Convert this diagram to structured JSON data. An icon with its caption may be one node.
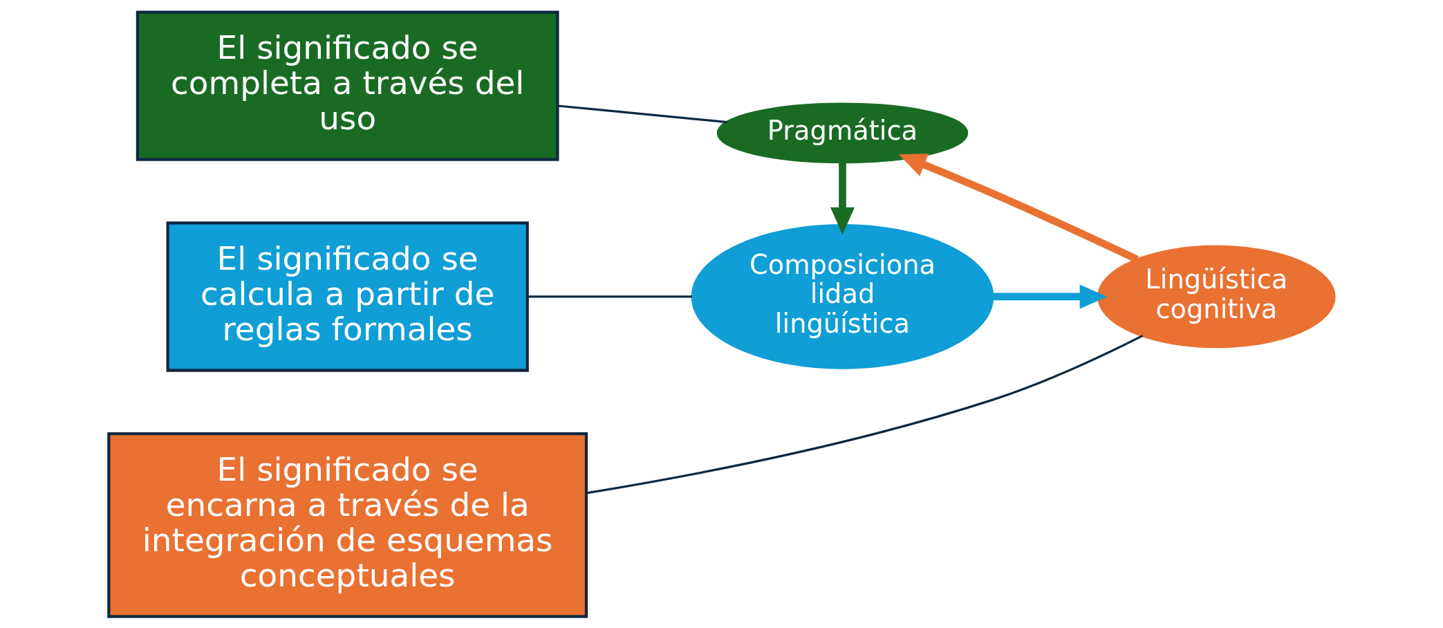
{
  "diagram": {
    "nodes": [
      {
        "text": [
          "El significado se calcula a partir de reglas formales"
        ]
      },
      {
        "text": [
          "Composiciona lidad lingüística"
        ]
      },
      {
        "text": [
          "Lingüística cognitiva"
        ]
      },
      {
        "text": [
          "El significado se encarna a través de la integración de esquemas conceptuales"
        ]
      },
      {
        "text": [
          "Pragmática"
        ]
      },
      {
        "text": [
          "El significado se completa a través del uso"
        ]
      }
    ],
    "edges": [
      {
        "from": 0,
        "to": 1,
        "arrow": "none"
      },
      {
        "from": 3,
        "to": 2,
        "arrow": "none"
      },
      {
        "from": 5,
        "to": 4,
        "arrow": "none"
      },
      {
        "from": 1,
        "to": 2,
        "arrow": "to",
        "color": "#0f9ed5",
        "style": "thick"
      },
      {
        "from": 2,
        "to": 4,
        "arrow": "to",
        "color": "#e97132",
        "style": "thick"
      },
      {
        "from": 4,
        "to": 1,
        "arrow": "to",
        "color": "#196b24",
        "style": "thick"
      }
    ]
  }
}
